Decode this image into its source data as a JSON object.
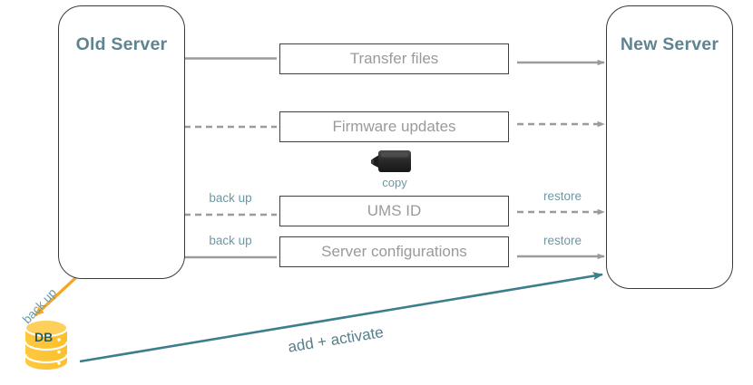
{
  "diagram": {
    "title_left": "Old Server",
    "title_right": "New Server",
    "transfer_rows": [
      {
        "label": "Transfer files",
        "left_label": "",
        "right_label": "",
        "style": "solid"
      },
      {
        "label": "Firmware updates",
        "left_label": "",
        "right_label": "",
        "style": "dashed"
      },
      {
        "label": "UMS ID",
        "left_label": "back up",
        "right_label": "restore",
        "style": "dashed"
      },
      {
        "label": "Server configurations",
        "left_label": "back up",
        "right_label": "restore",
        "style": "solid"
      }
    ],
    "usb": {
      "label": "copy",
      "icon": "usb-flash-drive-icon"
    },
    "database": {
      "label": "DB",
      "backup_label": "back up",
      "icon": "database-cylinder-icon"
    },
    "diagonal_arrow": {
      "label": "add + activate"
    },
    "icons": {
      "console": "igel-console-icon",
      "console_gear": "igel-console-settings-icon",
      "sync_arrow": "vertical-double-arrow-icon"
    },
    "colors": {
      "title": "#5e8490",
      "box_text": "#9a9a9a",
      "box_border": "#3f3f3f",
      "panel_border": "#3a3a3a",
      "arrow_gray": "#9b9b9b",
      "label_teal": "#6d97a4",
      "diag_teal": "#3d7e8c",
      "orange": "#f5a623",
      "icon_yellow": "#fdc323",
      "db_yellow": "#fdc73f",
      "usb_black": "#2b2b2b"
    }
  }
}
